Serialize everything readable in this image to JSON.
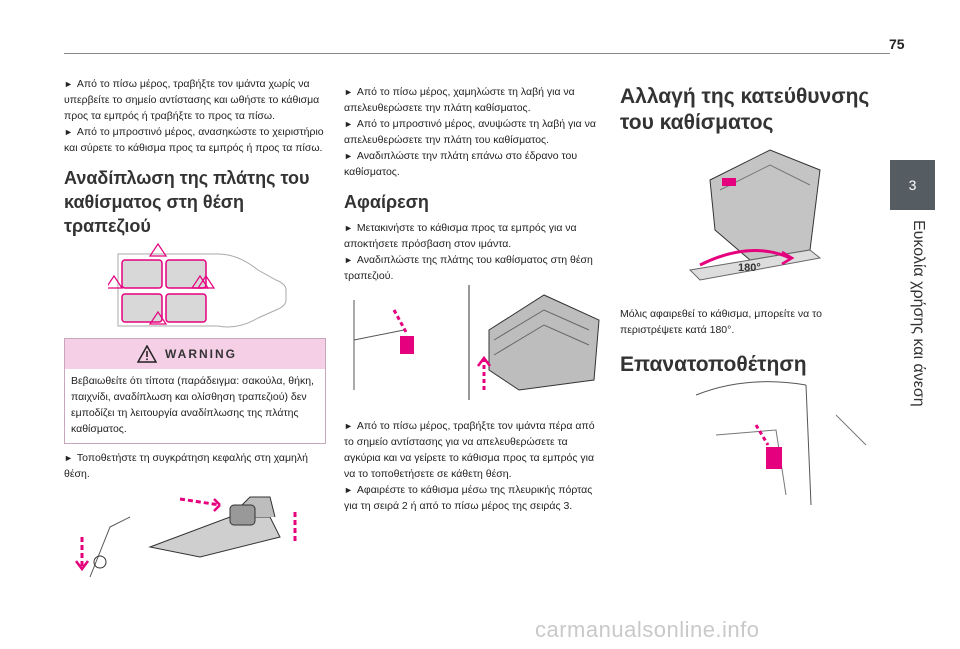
{
  "page": {
    "number": "75"
  },
  "side": {
    "tab": "3",
    "title": "Ευκολία χρήσης και άνεση"
  },
  "col1": {
    "p1": "Από το πίσω μέρος, τραβήξτε τον ιμάντα χωρίς να υπερβείτε το σημείο αντίστασης και ωθήστε το κάθισμα προς τα εμπρός ή τραβήξτε το προς τα πίσω.",
    "p2": "Από το μπροστινό μέρος, ανασηκώστε το χειριστήριο και σύρετε το κάθισμα προς τα εμπρός ή προς τα πίσω.",
    "heading": "Αναδίπλωση της πλάτης του καθίσματος στη θέση τραπεζιού",
    "warning_label": "WARNING",
    "warning_text": "Βεβαιωθείτε ότι τίποτα (παράδειγμα: σακούλα, θήκη, παιχνίδι, αναδίπλωση και ολίσθηση τραπεζιού) δεν εμποδίζει τη λειτουργία αναδίπλωσης της πλάτης καθίσματος.",
    "p3": "Τοποθετήστε τη συγκράτηση κεφαλής στη χαμηλή θέση."
  },
  "col2": {
    "p1": "Από το πίσω μέρος, χαμηλώστε τη λαβή για να απελευθερώσετε την πλάτη καθίσματος.",
    "p2": "Από το μπροστινό μέρος, ανυψώστε τη λαβή για να απελευθερώσετε την πλάτη του καθίσματος.",
    "p3": "Αναδιπλώστε την πλάτη επάνω στο έδρανο του καθίσματος.",
    "heading": "Αφαίρεση",
    "p4": "Μετακινήστε το κάθισμα προς τα εμπρός για να αποκτήσετε πρόσβαση στον ιμάντα.",
    "p5": "Αναδιπλώστε της πλάτης του καθίσματος στη θέση τραπεζιού.",
    "p6": "Από το πίσω μέρος, τραβήξτε τον ιμάντα πέρα από το σημείο αντίστασης για να απελευθερώσετε τα αγκύρια και να γείρετε το κάθισμα προς τα εμπρός για να το τοποθετήσετε σε κάθετη θέση.",
    "p7": "Αφαιρέστε το κάθισμα μέσω της πλευρικής πόρτας για τη σειρά 2 ή από το πίσω μέρος της σειράς 3."
  },
  "col3": {
    "heading1": "Αλλαγή της κατεύθυνσης του καθίσματος",
    "rotation_label": "180°",
    "p1": "Μόλις αφαιρεθεί το κάθισμα, μπορείτε να το περιστρέψετε κατά 180°.",
    "heading2": "Επανατοποθέτηση"
  },
  "bullet": "►",
  "watermark": "carmanualsonline.info",
  "colors": {
    "accent": "#e5007e",
    "warning_bg": "#f4cfe6",
    "tab_bg": "#555d63"
  }
}
